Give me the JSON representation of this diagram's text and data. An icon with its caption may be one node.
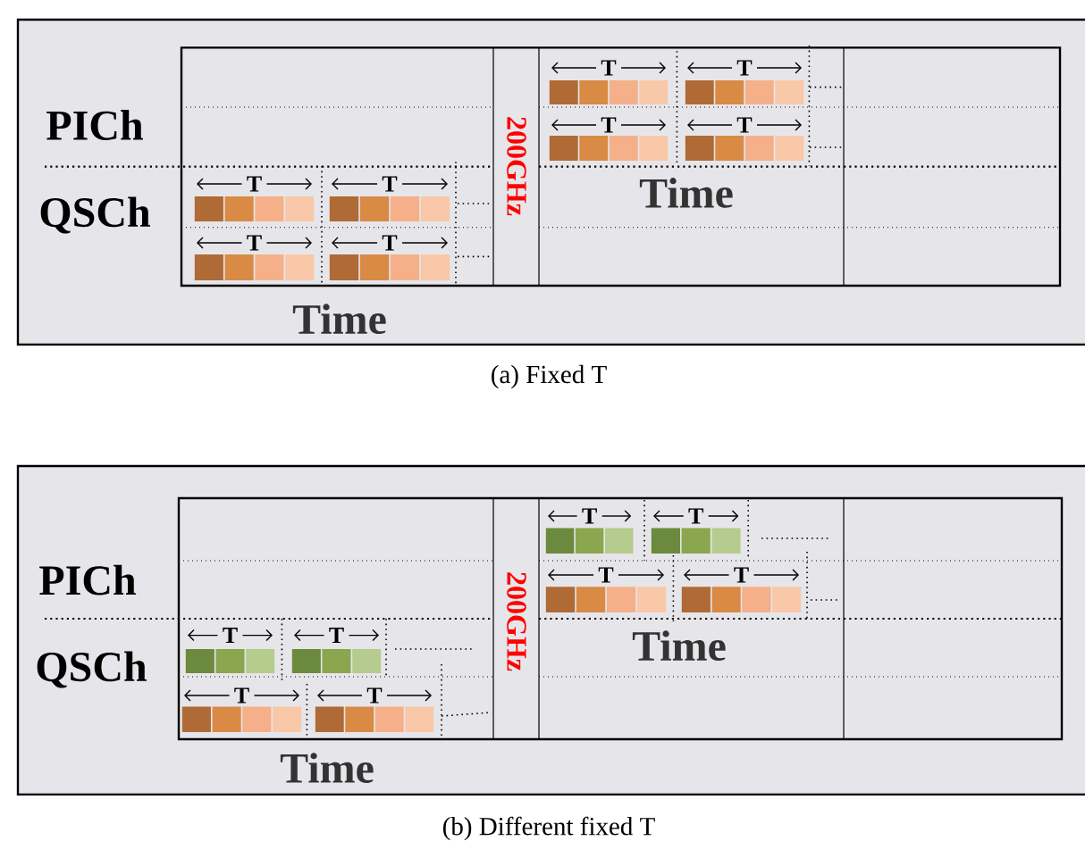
{
  "diagram": {
    "labels": [
      "PICh",
      "T",
      "T",
      "200GHz",
      "T",
      "T",
      "QSCh",
      "Time",
      "T",
      "T",
      "T",
      "T",
      "Time",
      "(a) Fixed T",
      "PICh",
      "T",
      "T",
      "200GHz",
      "T",
      "T",
      "QSCh",
      "Time",
      "T",
      "T",
      "T",
      "T",
      "Time",
      "(b) Different fixed T"
    ]
  }
}
